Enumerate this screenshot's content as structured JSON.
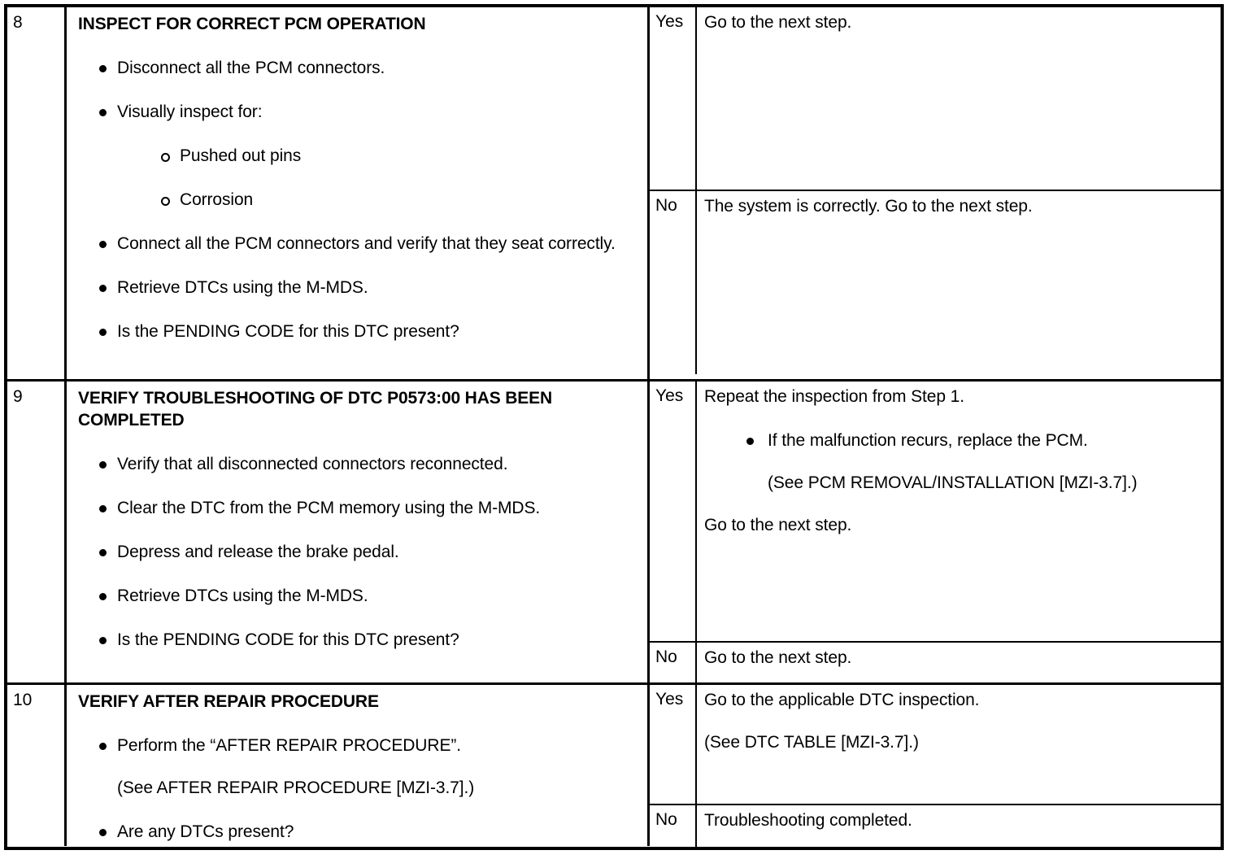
{
  "document": {
    "type": "diagnostic-troubleshooting-table",
    "columns": {
      "step_no": "",
      "action": "",
      "results": ""
    }
  },
  "steps": [
    {
      "number": "8",
      "title": "INSPECT FOR CORRECT PCM OPERATION",
      "items": [
        {
          "kind": "bullet",
          "text": "Disconnect all the PCM connectors."
        },
        {
          "kind": "bullet",
          "text": "Visually inspect for:"
        },
        {
          "kind": "sub-bullet",
          "text": "Pushed out pins"
        },
        {
          "kind": "sub-bullet",
          "text": "Corrosion"
        },
        {
          "kind": "bullet",
          "text": "Connect all the PCM connectors and verify that they seat correctly."
        },
        {
          "kind": "bullet",
          "text": "Retrieve DTCs using the M-MDS."
        },
        {
          "kind": "bullet",
          "text": "Is the PENDING CODE for this DTC present?"
        }
      ],
      "results": {
        "yes": {
          "label": "Yes",
          "lines": [
            {
              "kind": "plain",
              "text": "Go to the next step."
            }
          ]
        },
        "no": {
          "label": "No",
          "lines": [
            {
              "kind": "plain",
              "text": "The system is correctly. Go to the next step."
            }
          ]
        }
      }
    },
    {
      "number": "9",
      "title": "VERIFY TROUBLESHOOTING OF DTC P0573:00 HAS BEEN COMPLETED",
      "items": [
        {
          "kind": "bullet",
          "text": "Verify that all disconnected connectors reconnected."
        },
        {
          "kind": "bullet",
          "text": "Clear the DTC from the PCM memory using the M-MDS."
        },
        {
          "kind": "bullet",
          "text": "Depress and release the brake pedal."
        },
        {
          "kind": "bullet",
          "text": "Retrieve DTCs using the M-MDS."
        },
        {
          "kind": "bullet",
          "text": "Is the PENDING CODE for this DTC present?"
        }
      ],
      "results": {
        "yes": {
          "label": "Yes",
          "lines": [
            {
              "kind": "plain",
              "text": "Repeat the inspection from Step 1."
            },
            {
              "kind": "bullet",
              "text": "If the malfunction recurs, replace the PCM."
            },
            {
              "kind": "note",
              "text": "(See PCM REMOVAL/INSTALLATION [MZI-3.7].)"
            },
            {
              "kind": "plain",
              "text": "Go to the next step."
            }
          ]
        },
        "no": {
          "label": "No",
          "lines": [
            {
              "kind": "plain",
              "text": "Go to the next step."
            }
          ]
        }
      }
    },
    {
      "number": "10",
      "title": "VERIFY AFTER REPAIR PROCEDURE",
      "items": [
        {
          "kind": "bullet",
          "text": "Perform the “AFTER REPAIR PROCEDURE”."
        },
        {
          "kind": "no-bullet",
          "text": "(See AFTER REPAIR PROCEDURE [MZI-3.7].)"
        },
        {
          "kind": "bullet",
          "text": "Are any DTCs present?"
        }
      ],
      "results": {
        "yes": {
          "label": "Yes",
          "lines": [
            {
              "kind": "plain",
              "text": "Go to the applicable DTC inspection."
            },
            {
              "kind": "plain",
              "text": "(See DTC TABLE [MZI-3.7].)"
            }
          ]
        },
        "no": {
          "label": "No",
          "lines": [
            {
              "kind": "plain",
              "text": "Troubleshooting completed."
            }
          ]
        }
      }
    }
  ]
}
